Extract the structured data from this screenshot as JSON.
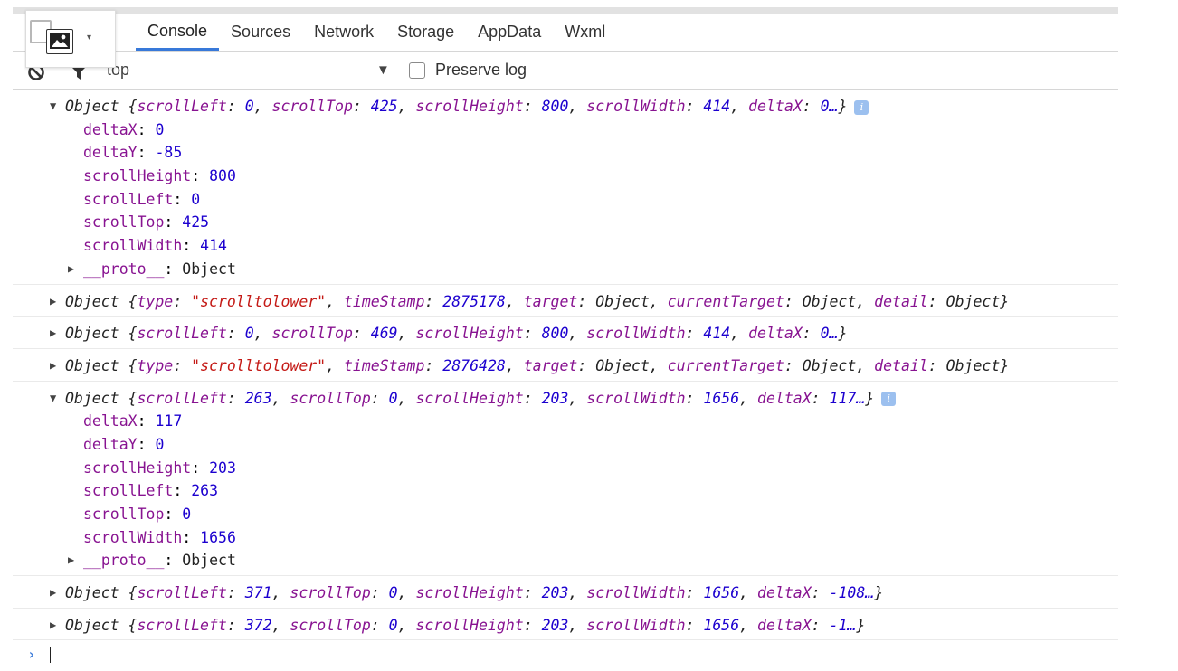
{
  "tabs": [
    {
      "label": "Console",
      "active": true
    },
    {
      "label": "Sources"
    },
    {
      "label": "Network"
    },
    {
      "label": "Storage"
    },
    {
      "label": "AppData"
    },
    {
      "label": "Wxml"
    }
  ],
  "toolbar": {
    "context": "top",
    "preserve_log_label": "Preserve log",
    "preserve_log_checked": false
  },
  "icons": {
    "clear": "clear-console-icon",
    "filter": "filter-icon",
    "dropdown": "dropdown-arrow-icon",
    "inspect": "inspect-element-icon",
    "image": "image-icon",
    "info": "info-icon"
  },
  "colors": {
    "key": "#881391",
    "number": "#1c00cf",
    "string": "#c41a16",
    "accent": "#3879d9",
    "info_badge": "#9cc0ef"
  },
  "console_entries": [
    {
      "expanded": true,
      "summary": [
        {
          "t": "p",
          "v": "Object {"
        },
        {
          "t": "k",
          "v": "scrollLeft"
        },
        {
          "t": "p",
          "v": ": "
        },
        {
          "t": "n",
          "v": "0"
        },
        {
          "t": "p",
          "v": ", "
        },
        {
          "t": "k",
          "v": "scrollTop"
        },
        {
          "t": "p",
          "v": ": "
        },
        {
          "t": "n",
          "v": "425"
        },
        {
          "t": "p",
          "v": ", "
        },
        {
          "t": "k",
          "v": "scrollHeight"
        },
        {
          "t": "p",
          "v": ": "
        },
        {
          "t": "n",
          "v": "800"
        },
        {
          "t": "p",
          "v": ", "
        },
        {
          "t": "k",
          "v": "scrollWidth"
        },
        {
          "t": "p",
          "v": ": "
        },
        {
          "t": "n",
          "v": "414"
        },
        {
          "t": "p",
          "v": ", "
        },
        {
          "t": "k",
          "v": "deltaX"
        },
        {
          "t": "p",
          "v": ": "
        },
        {
          "t": "n",
          "v": "0…"
        },
        {
          "t": "p",
          "v": "}"
        }
      ],
      "props": [
        {
          "key": "deltaX",
          "value": "0"
        },
        {
          "key": "deltaY",
          "value": "-85"
        },
        {
          "key": "scrollHeight",
          "value": "800"
        },
        {
          "key": "scrollLeft",
          "value": "0"
        },
        {
          "key": "scrollTop",
          "value": "425"
        },
        {
          "key": "scrollWidth",
          "value": "414"
        }
      ],
      "proto": {
        "key": "__proto__",
        "value": "Object"
      }
    },
    {
      "expanded": false,
      "summary": [
        {
          "t": "p",
          "v": "Object {"
        },
        {
          "t": "k",
          "v": "type"
        },
        {
          "t": "p",
          "v": ": "
        },
        {
          "t": "s",
          "v": "\"scrolltolower\""
        },
        {
          "t": "p",
          "v": ", "
        },
        {
          "t": "k",
          "v": "timeStamp"
        },
        {
          "t": "p",
          "v": ": "
        },
        {
          "t": "n",
          "v": "2875178"
        },
        {
          "t": "p",
          "v": ", "
        },
        {
          "t": "k",
          "v": "target"
        },
        {
          "t": "p",
          "v": ": "
        },
        {
          "t": "o",
          "v": "Object"
        },
        {
          "t": "p",
          "v": ", "
        },
        {
          "t": "k",
          "v": "currentTarget"
        },
        {
          "t": "p",
          "v": ": "
        },
        {
          "t": "o",
          "v": "Object"
        },
        {
          "t": "p",
          "v": ", "
        },
        {
          "t": "k",
          "v": "detail"
        },
        {
          "t": "p",
          "v": ": "
        },
        {
          "t": "o",
          "v": "Object"
        },
        {
          "t": "p",
          "v": "}"
        }
      ]
    },
    {
      "expanded": false,
      "summary": [
        {
          "t": "p",
          "v": "Object {"
        },
        {
          "t": "k",
          "v": "scrollLeft"
        },
        {
          "t": "p",
          "v": ": "
        },
        {
          "t": "n",
          "v": "0"
        },
        {
          "t": "p",
          "v": ", "
        },
        {
          "t": "k",
          "v": "scrollTop"
        },
        {
          "t": "p",
          "v": ": "
        },
        {
          "t": "n",
          "v": "469"
        },
        {
          "t": "p",
          "v": ", "
        },
        {
          "t": "k",
          "v": "scrollHeight"
        },
        {
          "t": "p",
          "v": ": "
        },
        {
          "t": "n",
          "v": "800"
        },
        {
          "t": "p",
          "v": ", "
        },
        {
          "t": "k",
          "v": "scrollWidth"
        },
        {
          "t": "p",
          "v": ": "
        },
        {
          "t": "n",
          "v": "414"
        },
        {
          "t": "p",
          "v": ", "
        },
        {
          "t": "k",
          "v": "deltaX"
        },
        {
          "t": "p",
          "v": ": "
        },
        {
          "t": "n",
          "v": "0…"
        },
        {
          "t": "p",
          "v": "}"
        }
      ]
    },
    {
      "expanded": false,
      "summary": [
        {
          "t": "p",
          "v": "Object {"
        },
        {
          "t": "k",
          "v": "type"
        },
        {
          "t": "p",
          "v": ": "
        },
        {
          "t": "s",
          "v": "\"scrolltolower\""
        },
        {
          "t": "p",
          "v": ", "
        },
        {
          "t": "k",
          "v": "timeStamp"
        },
        {
          "t": "p",
          "v": ": "
        },
        {
          "t": "n",
          "v": "2876428"
        },
        {
          "t": "p",
          "v": ", "
        },
        {
          "t": "k",
          "v": "target"
        },
        {
          "t": "p",
          "v": ": "
        },
        {
          "t": "o",
          "v": "Object"
        },
        {
          "t": "p",
          "v": ", "
        },
        {
          "t": "k",
          "v": "currentTarget"
        },
        {
          "t": "p",
          "v": ": "
        },
        {
          "t": "o",
          "v": "Object"
        },
        {
          "t": "p",
          "v": ", "
        },
        {
          "t": "k",
          "v": "detail"
        },
        {
          "t": "p",
          "v": ": "
        },
        {
          "t": "o",
          "v": "Object"
        },
        {
          "t": "p",
          "v": "}"
        }
      ]
    },
    {
      "expanded": true,
      "summary": [
        {
          "t": "p",
          "v": "Object {"
        },
        {
          "t": "k",
          "v": "scrollLeft"
        },
        {
          "t": "p",
          "v": ": "
        },
        {
          "t": "n",
          "v": "263"
        },
        {
          "t": "p",
          "v": ", "
        },
        {
          "t": "k",
          "v": "scrollTop"
        },
        {
          "t": "p",
          "v": ": "
        },
        {
          "t": "n",
          "v": "0"
        },
        {
          "t": "p",
          "v": ", "
        },
        {
          "t": "k",
          "v": "scrollHeight"
        },
        {
          "t": "p",
          "v": ": "
        },
        {
          "t": "n",
          "v": "203"
        },
        {
          "t": "p",
          "v": ", "
        },
        {
          "t": "k",
          "v": "scrollWidth"
        },
        {
          "t": "p",
          "v": ": "
        },
        {
          "t": "n",
          "v": "1656"
        },
        {
          "t": "p",
          "v": ", "
        },
        {
          "t": "k",
          "v": "deltaX"
        },
        {
          "t": "p",
          "v": ": "
        },
        {
          "t": "n",
          "v": "117…"
        },
        {
          "t": "p",
          "v": "}"
        }
      ],
      "props": [
        {
          "key": "deltaX",
          "value": "117"
        },
        {
          "key": "deltaY",
          "value": "0"
        },
        {
          "key": "scrollHeight",
          "value": "203"
        },
        {
          "key": "scrollLeft",
          "value": "263"
        },
        {
          "key": "scrollTop",
          "value": "0"
        },
        {
          "key": "scrollWidth",
          "value": "1656"
        }
      ],
      "proto": {
        "key": "__proto__",
        "value": "Object"
      }
    },
    {
      "expanded": false,
      "summary": [
        {
          "t": "p",
          "v": "Object {"
        },
        {
          "t": "k",
          "v": "scrollLeft"
        },
        {
          "t": "p",
          "v": ": "
        },
        {
          "t": "n",
          "v": "371"
        },
        {
          "t": "p",
          "v": ", "
        },
        {
          "t": "k",
          "v": "scrollTop"
        },
        {
          "t": "p",
          "v": ": "
        },
        {
          "t": "n",
          "v": "0"
        },
        {
          "t": "p",
          "v": ", "
        },
        {
          "t": "k",
          "v": "scrollHeight"
        },
        {
          "t": "p",
          "v": ": "
        },
        {
          "t": "n",
          "v": "203"
        },
        {
          "t": "p",
          "v": ", "
        },
        {
          "t": "k",
          "v": "scrollWidth"
        },
        {
          "t": "p",
          "v": ": "
        },
        {
          "t": "n",
          "v": "1656"
        },
        {
          "t": "p",
          "v": ", "
        },
        {
          "t": "k",
          "v": "deltaX"
        },
        {
          "t": "p",
          "v": ": "
        },
        {
          "t": "n",
          "v": "-108…"
        },
        {
          "t": "p",
          "v": "}"
        }
      ]
    },
    {
      "expanded": false,
      "summary": [
        {
          "t": "p",
          "v": "Object {"
        },
        {
          "t": "k",
          "v": "scrollLeft"
        },
        {
          "t": "p",
          "v": ": "
        },
        {
          "t": "n",
          "v": "372"
        },
        {
          "t": "p",
          "v": ", "
        },
        {
          "t": "k",
          "v": "scrollTop"
        },
        {
          "t": "p",
          "v": ": "
        },
        {
          "t": "n",
          "v": "0"
        },
        {
          "t": "p",
          "v": ", "
        },
        {
          "t": "k",
          "v": "scrollHeight"
        },
        {
          "t": "p",
          "v": ": "
        },
        {
          "t": "n",
          "v": "203"
        },
        {
          "t": "p",
          "v": ", "
        },
        {
          "t": "k",
          "v": "scrollWidth"
        },
        {
          "t": "p",
          "v": ": "
        },
        {
          "t": "n",
          "v": "1656"
        },
        {
          "t": "p",
          "v": ", "
        },
        {
          "t": "k",
          "v": "deltaX"
        },
        {
          "t": "p",
          "v": ": "
        },
        {
          "t": "n",
          "v": "-1…"
        },
        {
          "t": "p",
          "v": "}"
        }
      ]
    }
  ]
}
